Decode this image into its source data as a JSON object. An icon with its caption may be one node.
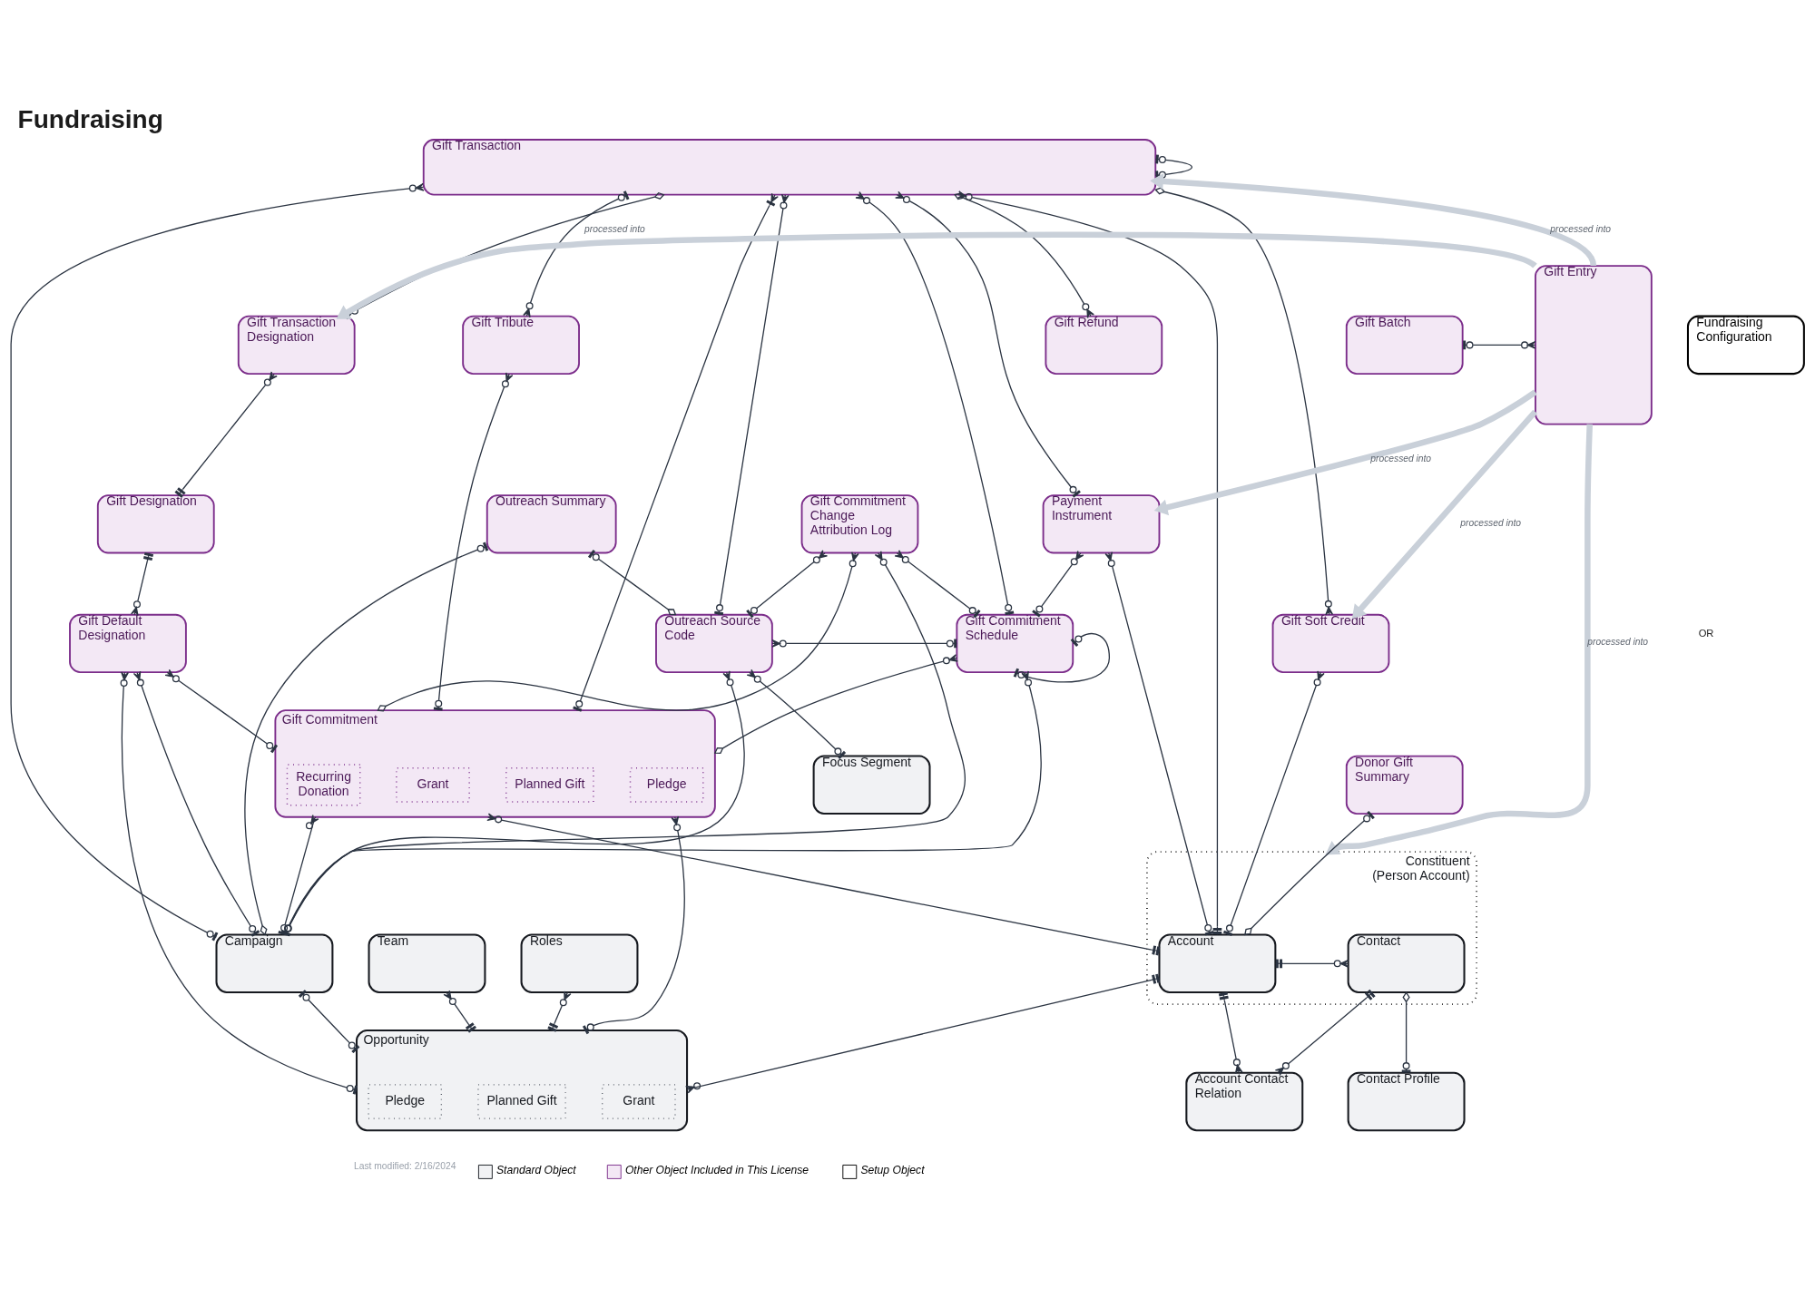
{
  "diagram": {
    "title": "Fundraising",
    "nodes": [
      {
        "text": [
          "Gift Transaction"
        ]
      },
      {
        "text": [
          "Gift Transaction Designation"
        ]
      },
      {
        "text": [
          "Fundraising Configuration"
        ]
      },
      {
        "text": [
          "Gift Refund"
        ]
      },
      {
        "text": [
          "Gift Tribute"
        ]
      },
      {
        "text": [
          "Gift Batch"
        ]
      },
      {
        "text": [
          "Gift Entry"
        ]
      },
      {
        "text": [
          "Gift Designation"
        ]
      },
      {
        "text": [
          "Gift Commitment Change Attribution Log"
        ]
      },
      {
        "text": [
          "Payment Instrument"
        ]
      },
      {
        "text": [
          "Outreach Summary"
        ]
      },
      {
        "text": [
          "Outreach Source Code"
        ]
      },
      {
        "text": [
          "Gift Commitment Schedule"
        ]
      },
      {
        "text": [
          "Gift Soft Credit"
        ]
      },
      {
        "text": [
          "Gift Default Designation"
        ]
      },
      {
        "text": [
          "Gift Commitment"
        ]
      },
      {
        "text": [
          "Recurring Donation"
        ],
        "in": 15
      },
      {
        "text": [
          "Pledge"
        ],
        "in": 15
      },
      {
        "text": [
          "Planned Gift"
        ],
        "in": 15
      },
      {
        "text": [
          "Grant"
        ],
        "in": 15
      },
      {
        "text": [
          "Donor Gift Summary"
        ]
      },
      {
        "text": [
          "Campaign"
        ]
      },
      {
        "text": [
          "Team"
        ]
      },
      {
        "text": [
          "Roles"
        ]
      },
      {
        "text": [
          "Constituent (Person Account)"
        ]
      },
      {
        "text": [
          "Account"
        ],
        "in": 24
      },
      {
        "text": [
          "Contact"
        ],
        "in": 24
      },
      {
        "text": [
          "Focus Segment"
        ]
      },
      {
        "text": [
          "Opportunity"
        ]
      },
      {
        "text": [
          "Pledge"
        ],
        "in": 28
      },
      {
        "text": [
          "Planned Gift"
        ],
        "in": 28
      },
      {
        "text": [
          "Grant"
        ],
        "in": 28
      },
      {
        "text": [
          "Account Contact Relation"
        ]
      },
      {
        "text": [
          "Contact Profile"
        ]
      }
    ],
    "edges": [
      {
        "from": 0,
        "to": 1,
        "arrow": "other"
      },
      {
        "from": 0,
        "to": 11,
        "arrow": "other"
      },
      {
        "from": 0,
        "to": 21,
        "arrow": "other"
      },
      {
        "from": 0,
        "to": 0,
        "arrow": "other"
      },
      {
        "from": 0,
        "to": 3,
        "arrow": "other"
      },
      {
        "from": 0,
        "to": 12,
        "arrow": "other"
      },
      {
        "from": 0,
        "to": 4,
        "arrow": "other"
      },
      {
        "from": 0,
        "to": 15,
        "arrow": "other"
      },
      {
        "from": 0,
        "to": 25,
        "arrow": "other"
      },
      {
        "from": 0,
        "to": 9,
        "arrow": "other"
      },
      {
        "from": 0,
        "to": 13,
        "arrow": "other"
      },
      {
        "from": 6,
        "to": 0,
        "arrow": "to",
        "label": "processed into",
        "style": "thick",
        "color": "#c9d0d9"
      },
      {
        "from": 6,
        "to": 1,
        "arrow": "to",
        "label": "processed into",
        "style": "thick",
        "color": "#c9d0d9"
      },
      {
        "from": 1,
        "to": 7,
        "arrow": "other"
      },
      {
        "from": 5,
        "to": 6,
        "arrow": "other"
      },
      {
        "from": 6,
        "to": 9,
        "arrow": "to",
        "label": "processed into",
        "style": "thick",
        "color": "#c9d0d9"
      },
      {
        "from": 7,
        "to": 14,
        "arrow": "other"
      },
      {
        "from": 8,
        "to": 11,
        "arrow": "other"
      },
      {
        "from": 8,
        "to": 21,
        "arrow": "other"
      },
      {
        "from": 8,
        "to": 15,
        "arrow": "other"
      },
      {
        "from": 8,
        "to": 12,
        "arrow": "other"
      },
      {
        "from": 10,
        "to": 11,
        "arrow": "other"
      },
      {
        "from": 10,
        "to": 21,
        "arrow": "other"
      },
      {
        "from": 11,
        "to": 12,
        "arrow": "other"
      },
      {
        "from": 11,
        "to": 27,
        "arrow": "other"
      },
      {
        "from": 11,
        "to": 21,
        "arrow": "other"
      },
      {
        "from": 12,
        "to": 21,
        "arrow": "other"
      },
      {
        "from": 9,
        "to": 12,
        "arrow": "other"
      },
      {
        "from": 12,
        "to": 12,
        "arrow": "other"
      },
      {
        "from": 12,
        "to": 15,
        "arrow": "other"
      },
      {
        "from": 4,
        "to": 15,
        "arrow": "other"
      },
      {
        "from": 9,
        "to": 25,
        "arrow": "other"
      },
      {
        "from": 13,
        "to": 25,
        "arrow": "other"
      },
      {
        "from": 6,
        "to": 13,
        "arrow": "to",
        "label": "processed into",
        "style": "thick",
        "color": "#c9d0d9"
      },
      {
        "from": 14,
        "to": 15,
        "arrow": "other"
      },
      {
        "from": 14,
        "to": 21,
        "arrow": "other"
      },
      {
        "from": 14,
        "to": 28,
        "arrow": "other"
      },
      {
        "from": 15,
        "to": 21,
        "arrow": "other"
      },
      {
        "from": 15,
        "to": 28,
        "arrow": "other"
      },
      {
        "from": 15,
        "to": 25,
        "arrow": "other"
      },
      {
        "from": 20,
        "to": 25,
        "arrow": "other"
      },
      {
        "from": 6,
        "to": 24,
        "arrow": "to",
        "label": "processed into",
        "style": "thick",
        "color": "#c9d0d9"
      },
      {
        "from": 21,
        "to": 28,
        "arrow": "other"
      },
      {
        "from": 22,
        "to": 28,
        "arrow": "other"
      },
      {
        "from": 23,
        "to": 28,
        "arrow": "other"
      },
      {
        "from": 25,
        "to": 28,
        "arrow": "other"
      },
      {
        "from": 25,
        "to": 32,
        "arrow": "other"
      },
      {
        "from": 25,
        "to": 26,
        "arrow": "other"
      },
      {
        "from": 26,
        "to": 32,
        "arrow": "other"
      },
      {
        "from": 26,
        "to": 33,
        "arrow": "other"
      }
    ],
    "labels": [
      "OR",
      "Last modified: 2/16/2024"
    ],
    "legend": [
      {
        "text": "Standard Object",
        "color": "#f1f2f4"
      },
      {
        "text": "Other Object Included in This License",
        "color": "#f3e8f5"
      },
      {
        "text": "Setup Object",
        "color": "#ffffff"
      }
    ]
  }
}
